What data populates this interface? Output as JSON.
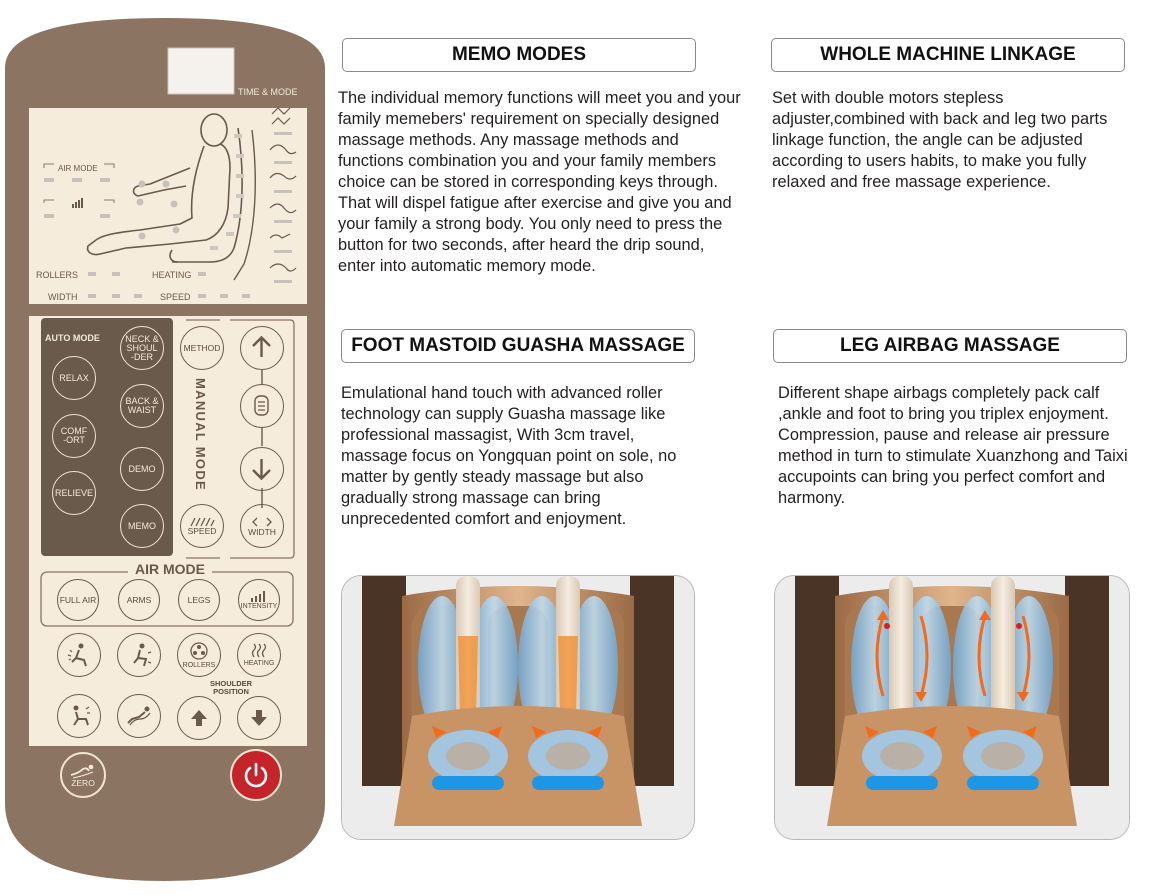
{
  "remote": {
    "time_mode": "TIME & MODE",
    "air_mode_small": "AIR MODE",
    "rollers_label": "ROLLERS",
    "heating_label": "HEATING",
    "width_label": "WIDTH",
    "speed_label": "SPEED",
    "auto_mode": {
      "title": "AUTO MODE",
      "relax": "RELAX",
      "comfort_l1": "COMF",
      "comfort_l2": "-ORT",
      "relieve": "RELIEVE",
      "neck_l1": "NECK &",
      "neck_l2": "SHOUL",
      "neck_l3": "-DER",
      "back_l1": "BACK &",
      "back_l2": "WAIST",
      "demo": "DEMO",
      "memo": "MEMO"
    },
    "manual_mode": {
      "title": "MANUAL MODE",
      "method": "METHOD",
      "speed": "SPEED",
      "width": "WIDTH"
    },
    "air_mode": {
      "title": "AIR MODE",
      "full_air": "FULL AIR",
      "arms": "ARMS",
      "legs": "LEGS",
      "intensity": "INTENSITY"
    },
    "functions": {
      "rollers": "ROLLERS",
      "heating": "HEATING",
      "shoulder_l1": "SHOULDER",
      "shoulder_l2": "POSITION"
    },
    "zero": "ZERO",
    "colors": {
      "shell": "#8b7462",
      "face": "#f6ecdb",
      "auto_panel": "#6a5a4c",
      "power": "#c4242a"
    }
  },
  "sections": [
    {
      "title": "MEMO MODES",
      "body": "The individual memory functions will meet you and your family memebers' requirement on specially designed massage methods. Any massage methods and functions combination you and your family members choice can be stored in corresponding keys through. That will dispel  fatigue after exercise and  give you and your family a strong body. You only need to press the button for two seconds, after heard the drip sound, enter into automatic memory mode."
    },
    {
      "title": "WHOLE MACHINE LINKAGE",
      "body": "Set with double motors stepless adjuster,combined with back and leg two parts linkage function, the angle can be adjusted according to users habits, to make you fully relaxed and free massage experience."
    },
    {
      "title": "FOOT MASTOID GUASHA MASSAGE",
      "body": "Emulational hand touch with advanced roller technology can supply Guasha massage like professional massagist, With 3cm travel, massage focus on Yongquan point on sole, no matter by gently steady massage but also gradually strong massage can bring unprecedented comfort and enjoyment."
    },
    {
      "title": "LEG AIRBAG MASSAGE",
      "body": "Different shape airbags completely pack calf ,ankle and foot to bring you triplex enjoyment. Compression, pause and release air pressure method in turn to stimulate Xuanzhong and Taixi accupoints can bring you perfect comfort and harmony."
    }
  ]
}
